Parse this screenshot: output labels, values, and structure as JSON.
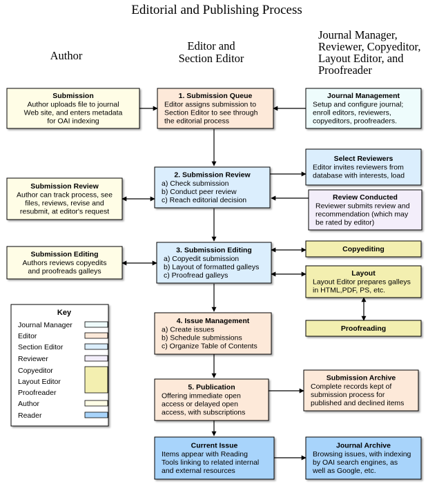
{
  "title": "Editorial and Publishing Process",
  "columns": {
    "author": "Author",
    "editor": [
      "Editor and",
      "Section Editor"
    ],
    "manager": [
      "Journal Manager,",
      "Reviewer, Copyeditor,",
      "Layout Editor, and",
      "Proofreader"
    ]
  },
  "colors": {
    "journal_manager": "#eefcfc",
    "editor": "#fde9d9",
    "section_editor": "#dbeefd",
    "reviewer": "#f3eefa",
    "copyeditor_layout_proofreader": "#f3efb0",
    "author": "#fffde6",
    "reader": "#a8d4fb"
  },
  "boxes": {
    "author_submission": {
      "title": "Submission",
      "lines": [
        "Author uploads file to journal",
        "Web site, and enters metadata",
        "for OAI indexing"
      ]
    },
    "submission_queue": {
      "title": "1. Submission Queue",
      "lines": [
        "Editor assigns submission to",
        "Section Editor to see through",
        "the editorial process"
      ]
    },
    "journal_management": {
      "title": "Journal Management",
      "lines": [
        "Setup and configure journal;",
        "enroll editors, reviewers,",
        "copyeditors, proofreaders."
      ]
    },
    "select_reviewers": {
      "title": "Select Reviewers",
      "lines": [
        "Editor invites reviewers from",
        "database with interests, load"
      ]
    },
    "submission_review": {
      "title": "2. Submission Review",
      "lines": [
        "a) Check submission",
        "b) Conduct peer review",
        "c) Reach editorial decision"
      ]
    },
    "author_review": {
      "title": "Submission Review",
      "lines": [
        "Author can track process, see",
        "files, reviews, revise and",
        "resubmit, at editor's request"
      ]
    },
    "review_conducted": {
      "title": "Review Conducted",
      "lines": [
        "Reviewer submits review and",
        "recommendation (which may",
        "be rated by editor)"
      ]
    },
    "author_editing": {
      "title": "Submission Editing",
      "lines": [
        "Authors reviews copyedits",
        "and proofreads galleys"
      ]
    },
    "submission_editing": {
      "title": "3. Submission Editing",
      "lines": [
        "a) Copyedit submission",
        "b) Layout of formatted galleys",
        "c) Proofread galleys"
      ]
    },
    "copyediting": {
      "title": "Copyediting",
      "lines": []
    },
    "layout": {
      "title": "Layout",
      "lines": [
        "Layout Editor prepares galleys",
        "in HTML,PDF, PS, etc."
      ]
    },
    "proofreading": {
      "title": "Proofreading",
      "lines": []
    },
    "issue_management": {
      "title": "4. Issue Management",
      "lines": [
        "a) Create issues",
        "b) Schedule submissions",
        "c) Organize Table of Contents"
      ]
    },
    "publication": {
      "title": "5. Publication",
      "lines": [
        "Offering immediate open",
        "access or delayed open",
        "access, with subscriptions"
      ]
    },
    "submission_archive": {
      "title": "Submission Archive",
      "lines": [
        "Complete records kept of",
        "submission process for",
        "published and declined items"
      ]
    },
    "current_issue": {
      "title": "Current Issue",
      "lines": [
        "Items appear with Reading",
        "Tools linking to related internal",
        "and external resources"
      ]
    },
    "journal_archive": {
      "title": "Journal Archive",
      "lines": [
        "Browsing issues, with indexing",
        "by OAI search engines, as",
        "well as Google, etc."
      ]
    }
  },
  "key": {
    "title": "Key",
    "items": [
      "Journal Manager",
      "Editor",
      "Section Editor",
      "Reviewer",
      "Copyeditor",
      "Layout Editor",
      "Proofreader",
      "Author",
      "Reader"
    ]
  }
}
